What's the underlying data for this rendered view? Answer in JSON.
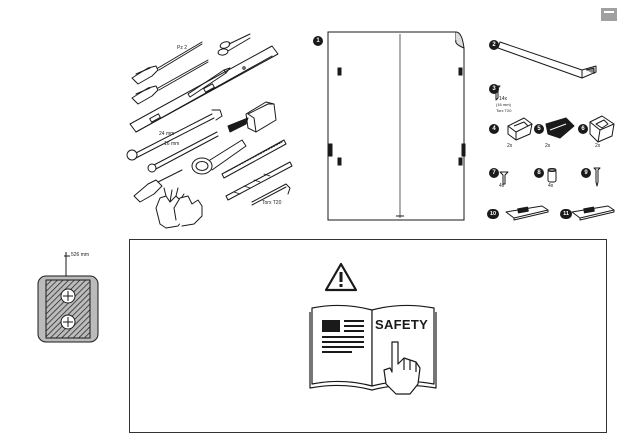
{
  "tools": {
    "drill_bit_label": "Pz 2",
    "wrench_large_label": "24 mm",
    "wrench_small_label": "16 mm",
    "hex_key_label": "Torx T20"
  },
  "parts": {
    "p1": {
      "number": "1"
    },
    "p2": {
      "number": "2"
    },
    "p3": {
      "number": "3",
      "qty": "14x",
      "size_line1": "(16 mm)",
      "size_line2": "Torx T20"
    },
    "p4": {
      "number": "4",
      "qty": "2x"
    },
    "p5": {
      "number": "5",
      "qty": "2x"
    },
    "p6": {
      "number": "6",
      "qty": "2x"
    },
    "p7": {
      "number": "7",
      "qty": "4x"
    },
    "p8": {
      "number": "8",
      "qty": "4x"
    },
    "p9": {
      "number": "9"
    },
    "p10": {
      "number": "10"
    },
    "p11": {
      "number": "11"
    }
  },
  "hinge_detail": {
    "dimension_label": "526 mm"
  },
  "safety": {
    "book_label": "SAFETY"
  },
  "colors": {
    "ink": "#1a1a1a",
    "page_tab": "#a0a0a0"
  }
}
